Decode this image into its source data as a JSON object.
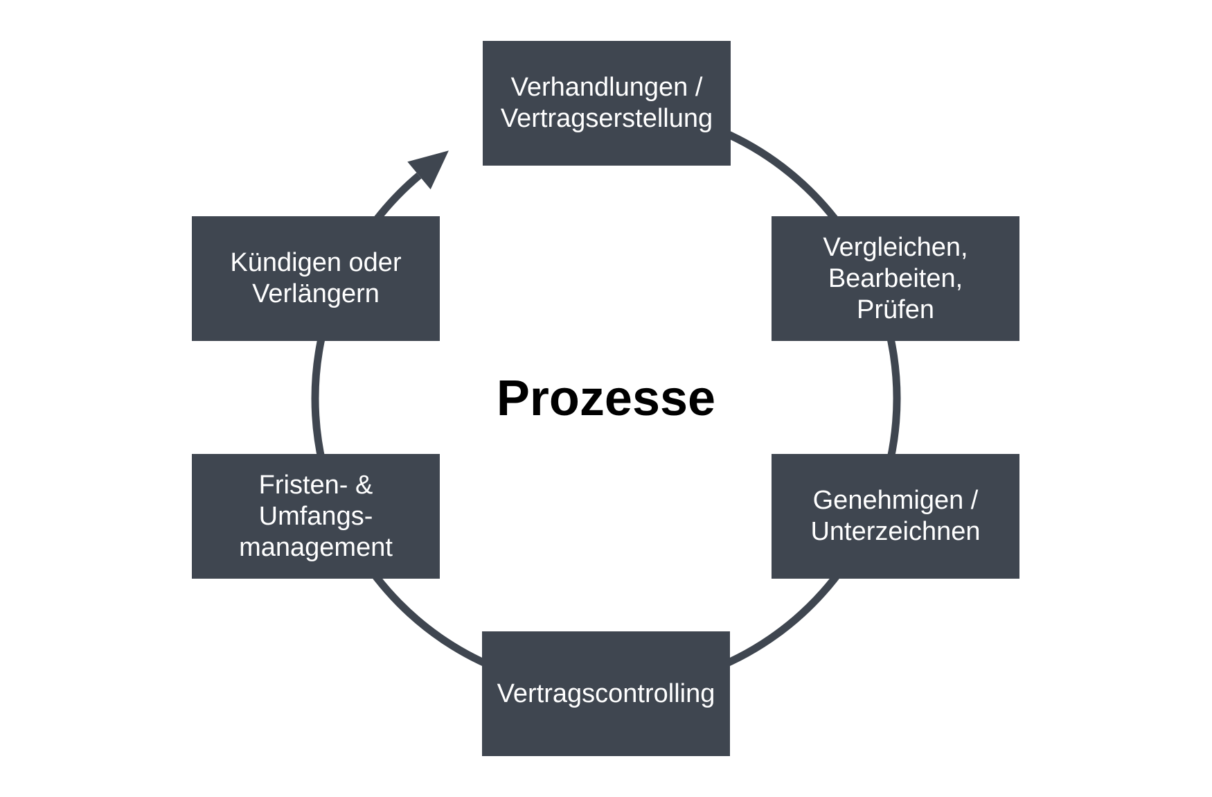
{
  "title": "Prozesse",
  "colors": {
    "box_background": "#3f4650",
    "box_text": "#ffffff",
    "title_text": "#000000",
    "arc": "#3f4650",
    "page_background": "#ffffff"
  },
  "cycle": {
    "direction": "clockwise",
    "steps": [
      {
        "position": "top",
        "label": "Verhandlungen /\nVertragserstellung"
      },
      {
        "position": "right-top",
        "label": "Vergleichen,\nBearbeiten,\nPrüfen"
      },
      {
        "position": "right-bottom",
        "label": "Genehmigen /\nUnterzeichnen"
      },
      {
        "position": "bottom",
        "label": "Vertragscontrolling"
      },
      {
        "position": "left-bottom",
        "label": "Fristen- &\nUmfangs-\nmanagement"
      },
      {
        "position": "left-top",
        "label": "Kündigen oder\nVerlängern"
      }
    ]
  }
}
